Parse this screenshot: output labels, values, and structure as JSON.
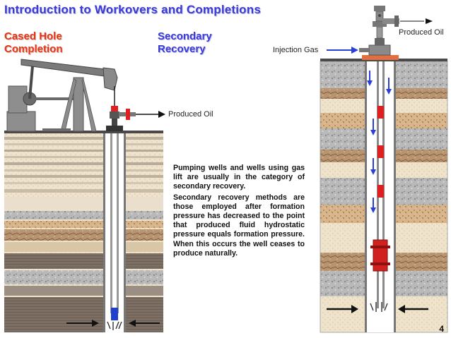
{
  "title": "Introduction to Workovers and Completions",
  "left_heading": {
    "line1": "Cased Hole",
    "line2": "Completion"
  },
  "middle_heading": {
    "line1": "Secondary",
    "line2": "Recovery"
  },
  "labels": {
    "produced_oil_left": "Produced Oil",
    "produced_oil_right": "Produced Oil",
    "injection_gas": "Injection Gas"
  },
  "paragraphs": [
    "Pumping wells and wells using gas lift are usually in the category of secondary recovery.",
    "Secondary recovery methods are those employed after formation pressure has decreased to the point that produced fluid hydrostatic pressure equals formation pressure. When this occurs the well ceases to produce naturally."
  ],
  "page_number": "4",
  "colors": {
    "title": "#3a3ad6",
    "cased_hole_heading": "#e2371b",
    "valve_red": "#e02020",
    "flow_arrow_blue": "#2a3fd8"
  }
}
